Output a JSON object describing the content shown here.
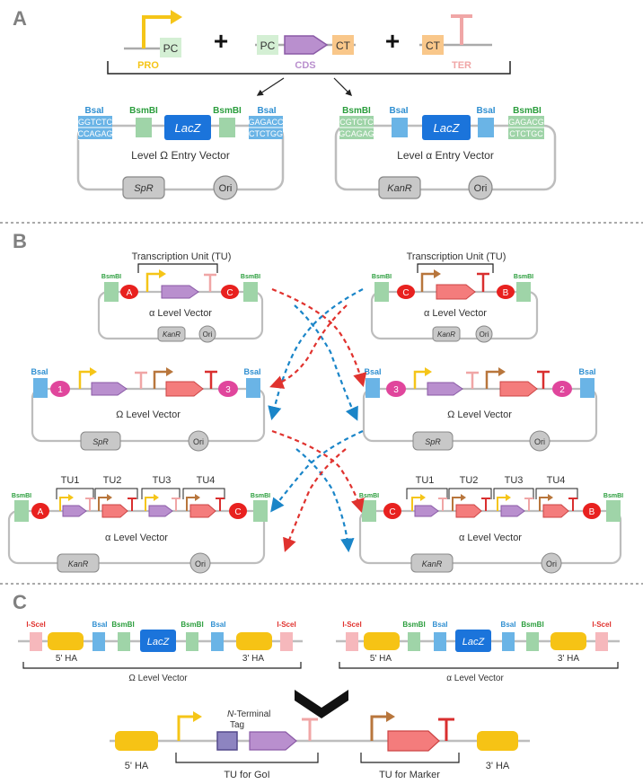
{
  "sections": {
    "a": "A",
    "b": "B",
    "c": "C"
  },
  "parts": {
    "pro": "PRO",
    "cds": "CDS",
    "ter": "TER",
    "pc": "PC",
    "ct": "CT",
    "plus": "+"
  },
  "enzymes": {
    "bsai": "BsaI",
    "bsmbi": "BsmBI",
    "isce1": "I-SceI"
  },
  "lacz": "LacZ",
  "resistance": {
    "spr": "SpR",
    "kanr": "KanR"
  },
  "ori": "Ori",
  "seq": {
    "omega_left_top": "GGTCTC",
    "omega_left_bot": "CCAGAG",
    "omega_right_top": "GAGACC",
    "omega_right_bot": "CTCTGG",
    "alpha_left_top": "CGTCTC",
    "alpha_left_bot": "GCAGAG",
    "alpha_right_top": "GAGACG",
    "alpha_right_bot": "CTCTGC"
  },
  "vectors": {
    "omega_entry": "Level Ω Entry Vector",
    "alpha_entry": "Level α Entry Vector",
    "alpha_level": "α Level Vector",
    "omega_level": "Ω Level Vector"
  },
  "tu": {
    "label": "Transcription Unit (TU)",
    "tu1": "TU1",
    "tu2": "TU2",
    "tu3": "TU3",
    "tu4": "TU4"
  },
  "sites": {
    "a": "A",
    "b": "B",
    "c": "C",
    "one": "1",
    "two": "2",
    "three": "3"
  },
  "ha": {
    "five": "5' HA",
    "three": "3' HA"
  },
  "tag": {
    "prefix": "N",
    "suffix": "-Terminal",
    "line2": "Tag"
  },
  "final": {
    "gol": "TU for GoI",
    "marker": "TU for Marker"
  },
  "colors": {
    "pro": "#f5c518",
    "cds": "#b98fce",
    "ter": "#f0a6a6",
    "pc": "#d4efd4",
    "ct": "#f9c78a",
    "bsai": "#6ab4e6",
    "bsmbi": "#9fd4a8",
    "lacz": "#1b74db",
    "site_red": "#e8211f",
    "site_pink": "#e0469c",
    "marker_promoter": "#b8763c",
    "marker_cds": "#f47c7c",
    "marker_ter": "#d92f2f",
    "ha": "#f6c315",
    "isce1": "#f6b8bc",
    "tag": "#8d84c0",
    "arrow_red": "#e0322e",
    "arrow_blue": "#1a85c8"
  }
}
